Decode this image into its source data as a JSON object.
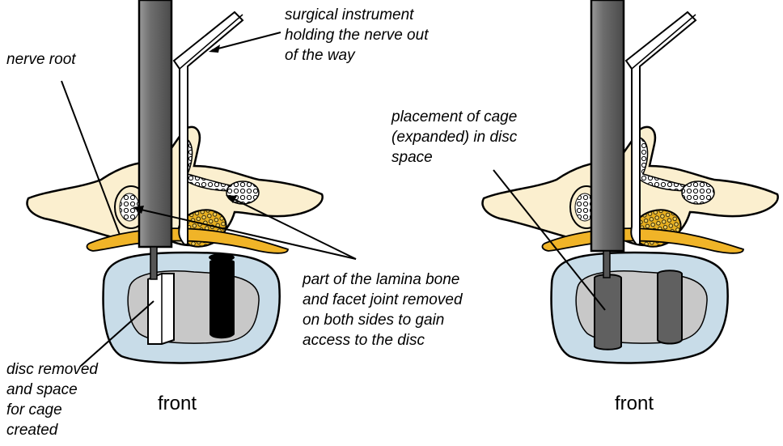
{
  "labels": {
    "instrument": "surgical instrument\nholding the nerve out\nof the way",
    "nerve_root": "nerve root",
    "cage_placement": "placement of cage\n(expanded) in disc\nspace",
    "lamina": "part of the lamina bone\nand facet joint removed\non both sides to gain\naccess to the disc",
    "disc_removed": "disc removed\nand space\nfor cage\ncreated",
    "front_left": "front",
    "front_right": "front"
  },
  "colors": {
    "bone": "#fbefcf",
    "disc_ring": "#c8dce8",
    "disc_center": "#c8c8c8",
    "nerve": "#f0b428",
    "facet": "#e8b020",
    "instrument": "#707070",
    "cage_expanded": "#606060",
    "cage_removed_space": "#000000"
  }
}
